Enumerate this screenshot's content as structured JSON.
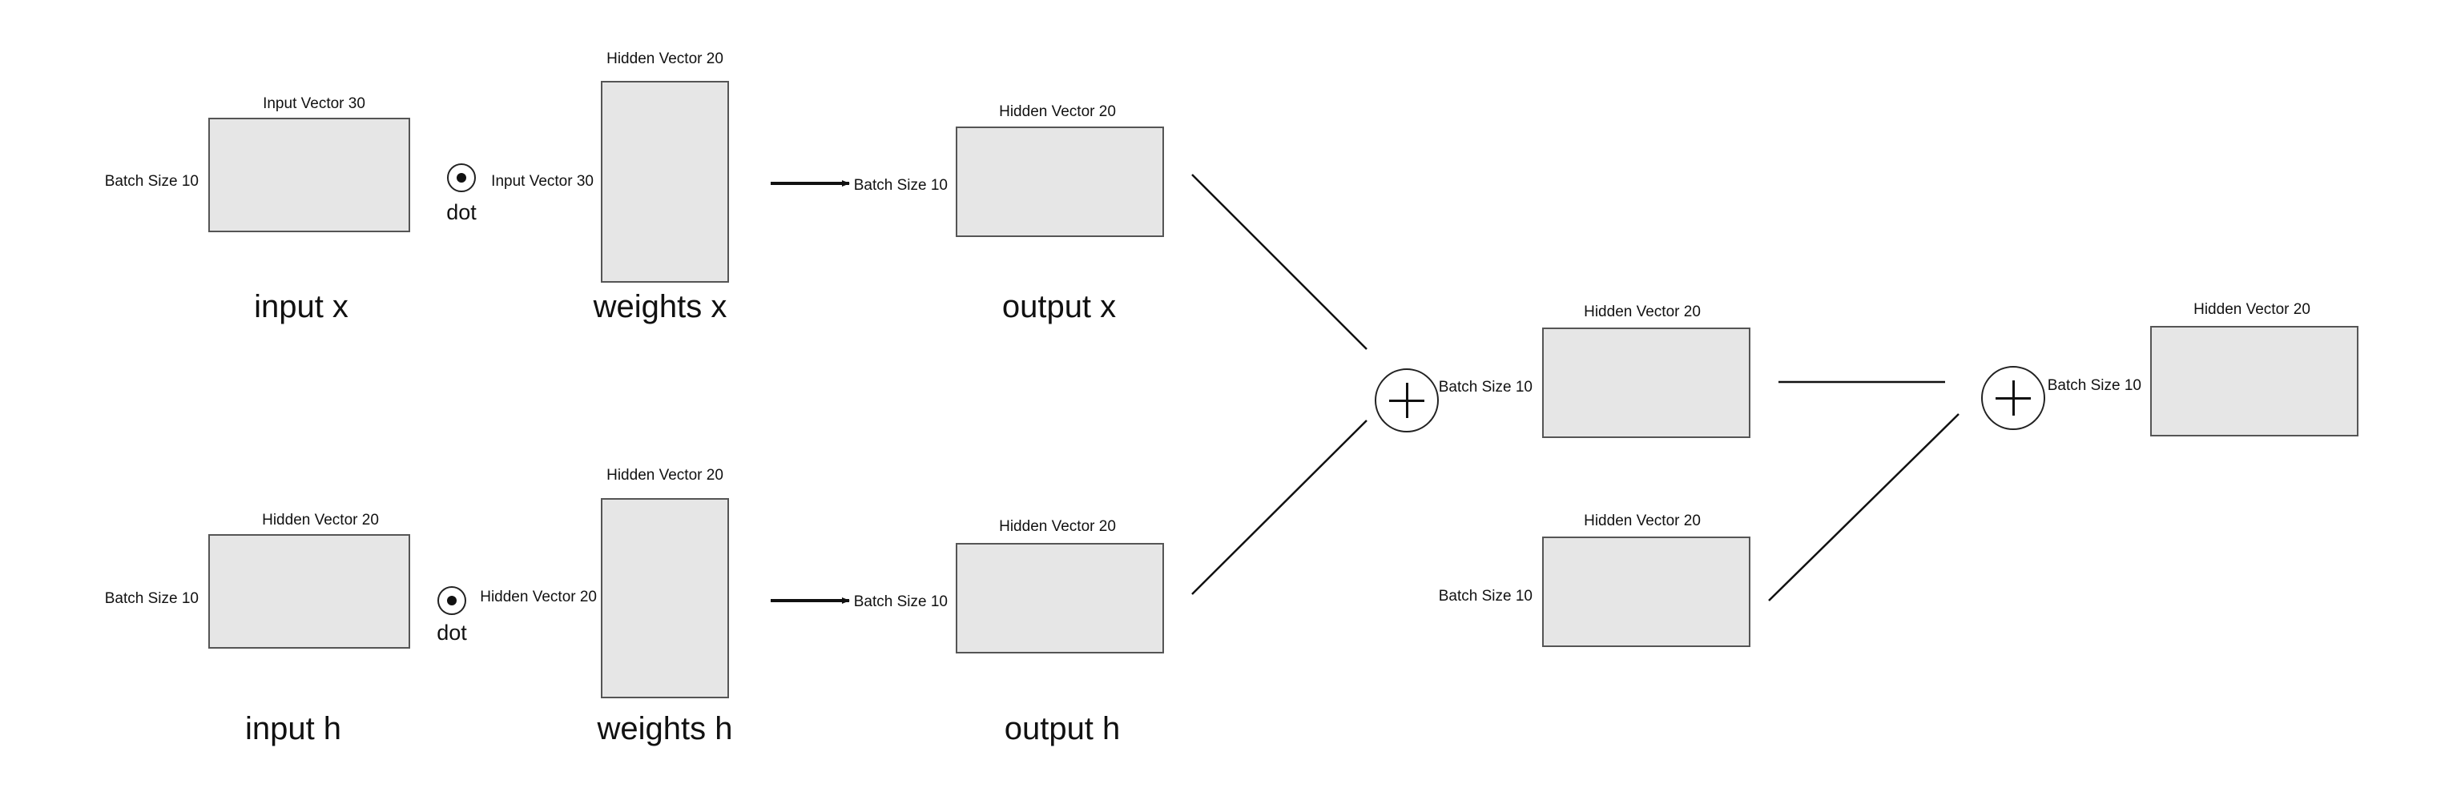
{
  "blocks": {
    "input_x": {
      "title": "input x",
      "top": "Input Vector 30",
      "side": "Batch Size 10"
    },
    "weights_x": {
      "title": "weights x",
      "top": "Hidden Vector 20",
      "side": "Input Vector 30"
    },
    "output_x": {
      "title": "output x",
      "top": "Hidden Vector 20",
      "side": "Batch Size 10"
    },
    "input_h": {
      "title": "input h",
      "top": "Hidden Vector 20",
      "side": "Batch Size 10"
    },
    "weights_h": {
      "title": "weights h",
      "top": "Hidden Vector 20",
      "side": "Hidden Vector 20"
    },
    "output_h": {
      "title": "output h",
      "top": "Hidden Vector 20",
      "side": "Batch Size 10"
    },
    "sum_1": {
      "top": "Hidden Vector 20",
      "side": "Batch Size 10"
    },
    "bias": {
      "top": "Hidden Vector 20",
      "side": "Batch Size 10"
    },
    "sum_2": {
      "top": "Hidden Vector 20",
      "side": "Batch Size 10"
    }
  },
  "operators": {
    "dot_x": {
      "label": "dot",
      "icon": "circled-dot-icon"
    },
    "dot_h": {
      "label": "dot",
      "icon": "circled-dot-icon"
    },
    "add_1": {
      "icon": "circled-plus-icon"
    },
    "add_2": {
      "icon": "circled-plus-icon"
    }
  },
  "colors": {
    "box_fill": "#e6e6e6",
    "box_border": "#555555",
    "line": "#111111"
  }
}
